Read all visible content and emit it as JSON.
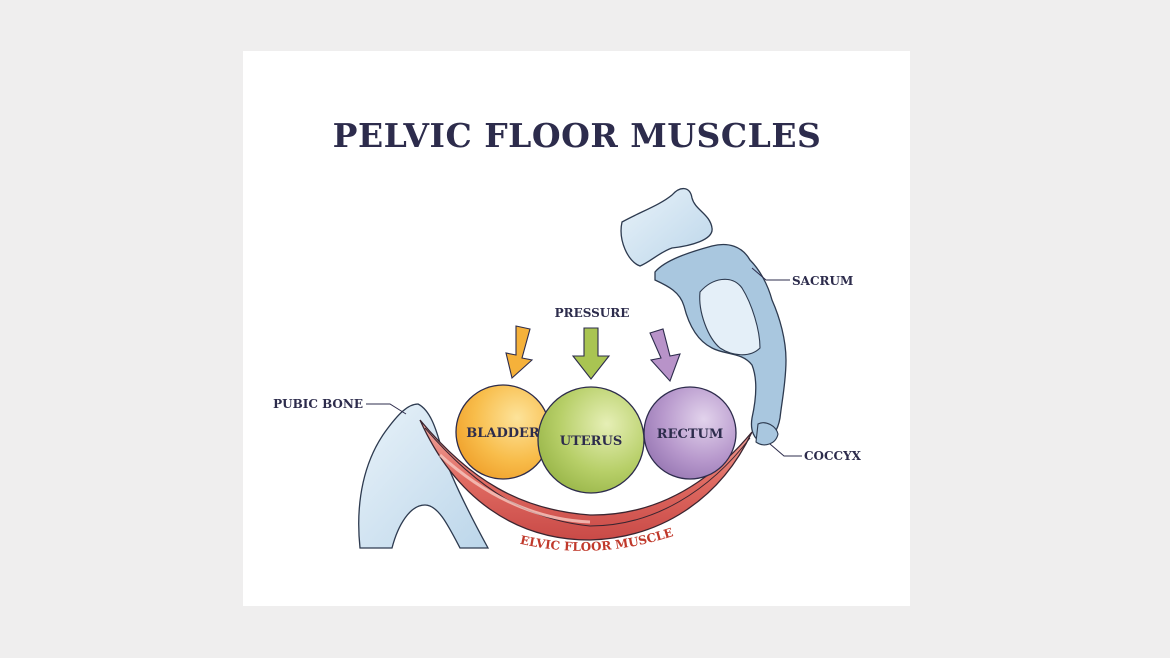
{
  "diagram": {
    "title": "PELVIC FLOOR MUSCLES",
    "labels": {
      "pressure": "PRESSURE",
      "sacrum": "SACRUM",
      "coccyx": "COCCYX",
      "pubic_bone": "PUBIC BONE",
      "muscles": "PELVIC FLOOR MUSCLES"
    },
    "organs": [
      {
        "name": "BLADDER",
        "color": "#f5b13a"
      },
      {
        "name": "UTERUS",
        "color": "#a9c452"
      },
      {
        "name": "RECTUM",
        "color": "#a785bd"
      }
    ],
    "arrow_colors": [
      "#f5b13a",
      "#a9c452",
      "#b893c9"
    ],
    "colors": {
      "title": "#2d2c4c",
      "bone": "#c9dfee",
      "muscle": "#d95e5a",
      "muscle_label": "#c0392b"
    }
  }
}
